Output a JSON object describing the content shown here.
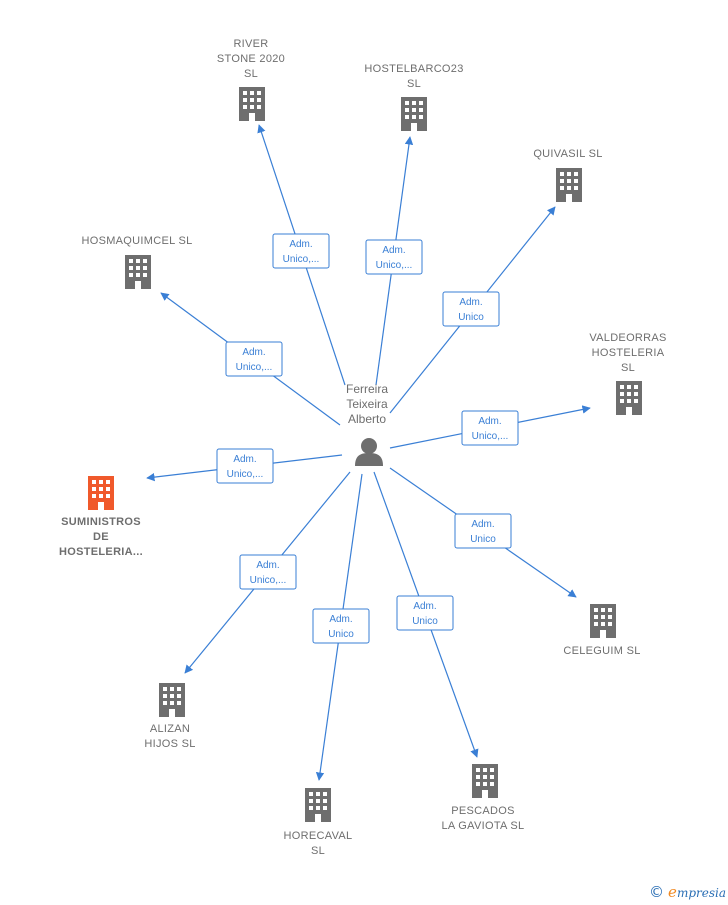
{
  "center": {
    "name_lines": [
      "Ferreira",
      "Teixeira",
      "Alberto"
    ],
    "icon": "person-icon"
  },
  "nodes": [
    {
      "id": "river-stone-2020",
      "label_lines": [
        "RIVER",
        "STONE 2020",
        "SL"
      ],
      "role_lines": [
        "Adm.",
        "Unico,..."
      ],
      "color": "#6e6e6e",
      "icon": "building-icon"
    },
    {
      "id": "hostelbarco23",
      "label_lines": [
        "HOSTELBARCO23",
        "SL"
      ],
      "role_lines": [
        "Adm.",
        "Unico,..."
      ],
      "color": "#6e6e6e",
      "icon": "building-icon"
    },
    {
      "id": "quivasil",
      "label_lines": [
        "QUIVASIL SL"
      ],
      "role_lines": [
        "Adm.",
        "Unico"
      ],
      "color": "#6e6e6e",
      "icon": "building-icon"
    },
    {
      "id": "hosmaquimcel",
      "label_lines": [
        "HOSMAQUIMCEL SL"
      ],
      "role_lines": [
        "Adm.",
        "Unico,..."
      ],
      "color": "#6e6e6e",
      "icon": "building-icon"
    },
    {
      "id": "valdeorras-hosteleria",
      "label_lines": [
        "VALDEORRAS",
        "HOSTELERIA",
        "SL"
      ],
      "role_lines": [
        "Adm.",
        "Unico,..."
      ],
      "color": "#6e6e6e",
      "icon": "building-icon"
    },
    {
      "id": "suministros-de-hosteleria",
      "label_lines": [
        "SUMINISTROS",
        "DE",
        "HOSTELERIA..."
      ],
      "role_lines": [
        "Adm.",
        "Unico,..."
      ],
      "color": "#f0592b",
      "icon": "building-icon",
      "highlight": true
    },
    {
      "id": "celeguim",
      "label_lines": [
        "CELEGUIM SL"
      ],
      "role_lines": [
        "Adm.",
        "Unico"
      ],
      "color": "#6e6e6e",
      "icon": "building-icon"
    },
    {
      "id": "alizan-hijos",
      "label_lines": [
        "ALIZAN",
        "HIJOS  SL"
      ],
      "role_lines": [
        "Adm.",
        "Unico,..."
      ],
      "color": "#6e6e6e",
      "icon": "building-icon"
    },
    {
      "id": "horecaval",
      "label_lines": [
        "HORECAVAL",
        "SL"
      ],
      "role_lines": [
        "Adm.",
        "Unico"
      ],
      "color": "#6e6e6e",
      "icon": "building-icon"
    },
    {
      "id": "pescados-la-gaviota",
      "label_lines": [
        "PESCADOS",
        "LA GAVIOTA SL"
      ],
      "role_lines": [
        "Adm.",
        "Unico"
      ],
      "color": "#6e6e6e",
      "icon": "building-icon"
    }
  ],
  "edge_color": "#3a7fd5",
  "watermark": {
    "copyright": "©",
    "brand_initial": "e",
    "brand_rest": "mpresia"
  }
}
